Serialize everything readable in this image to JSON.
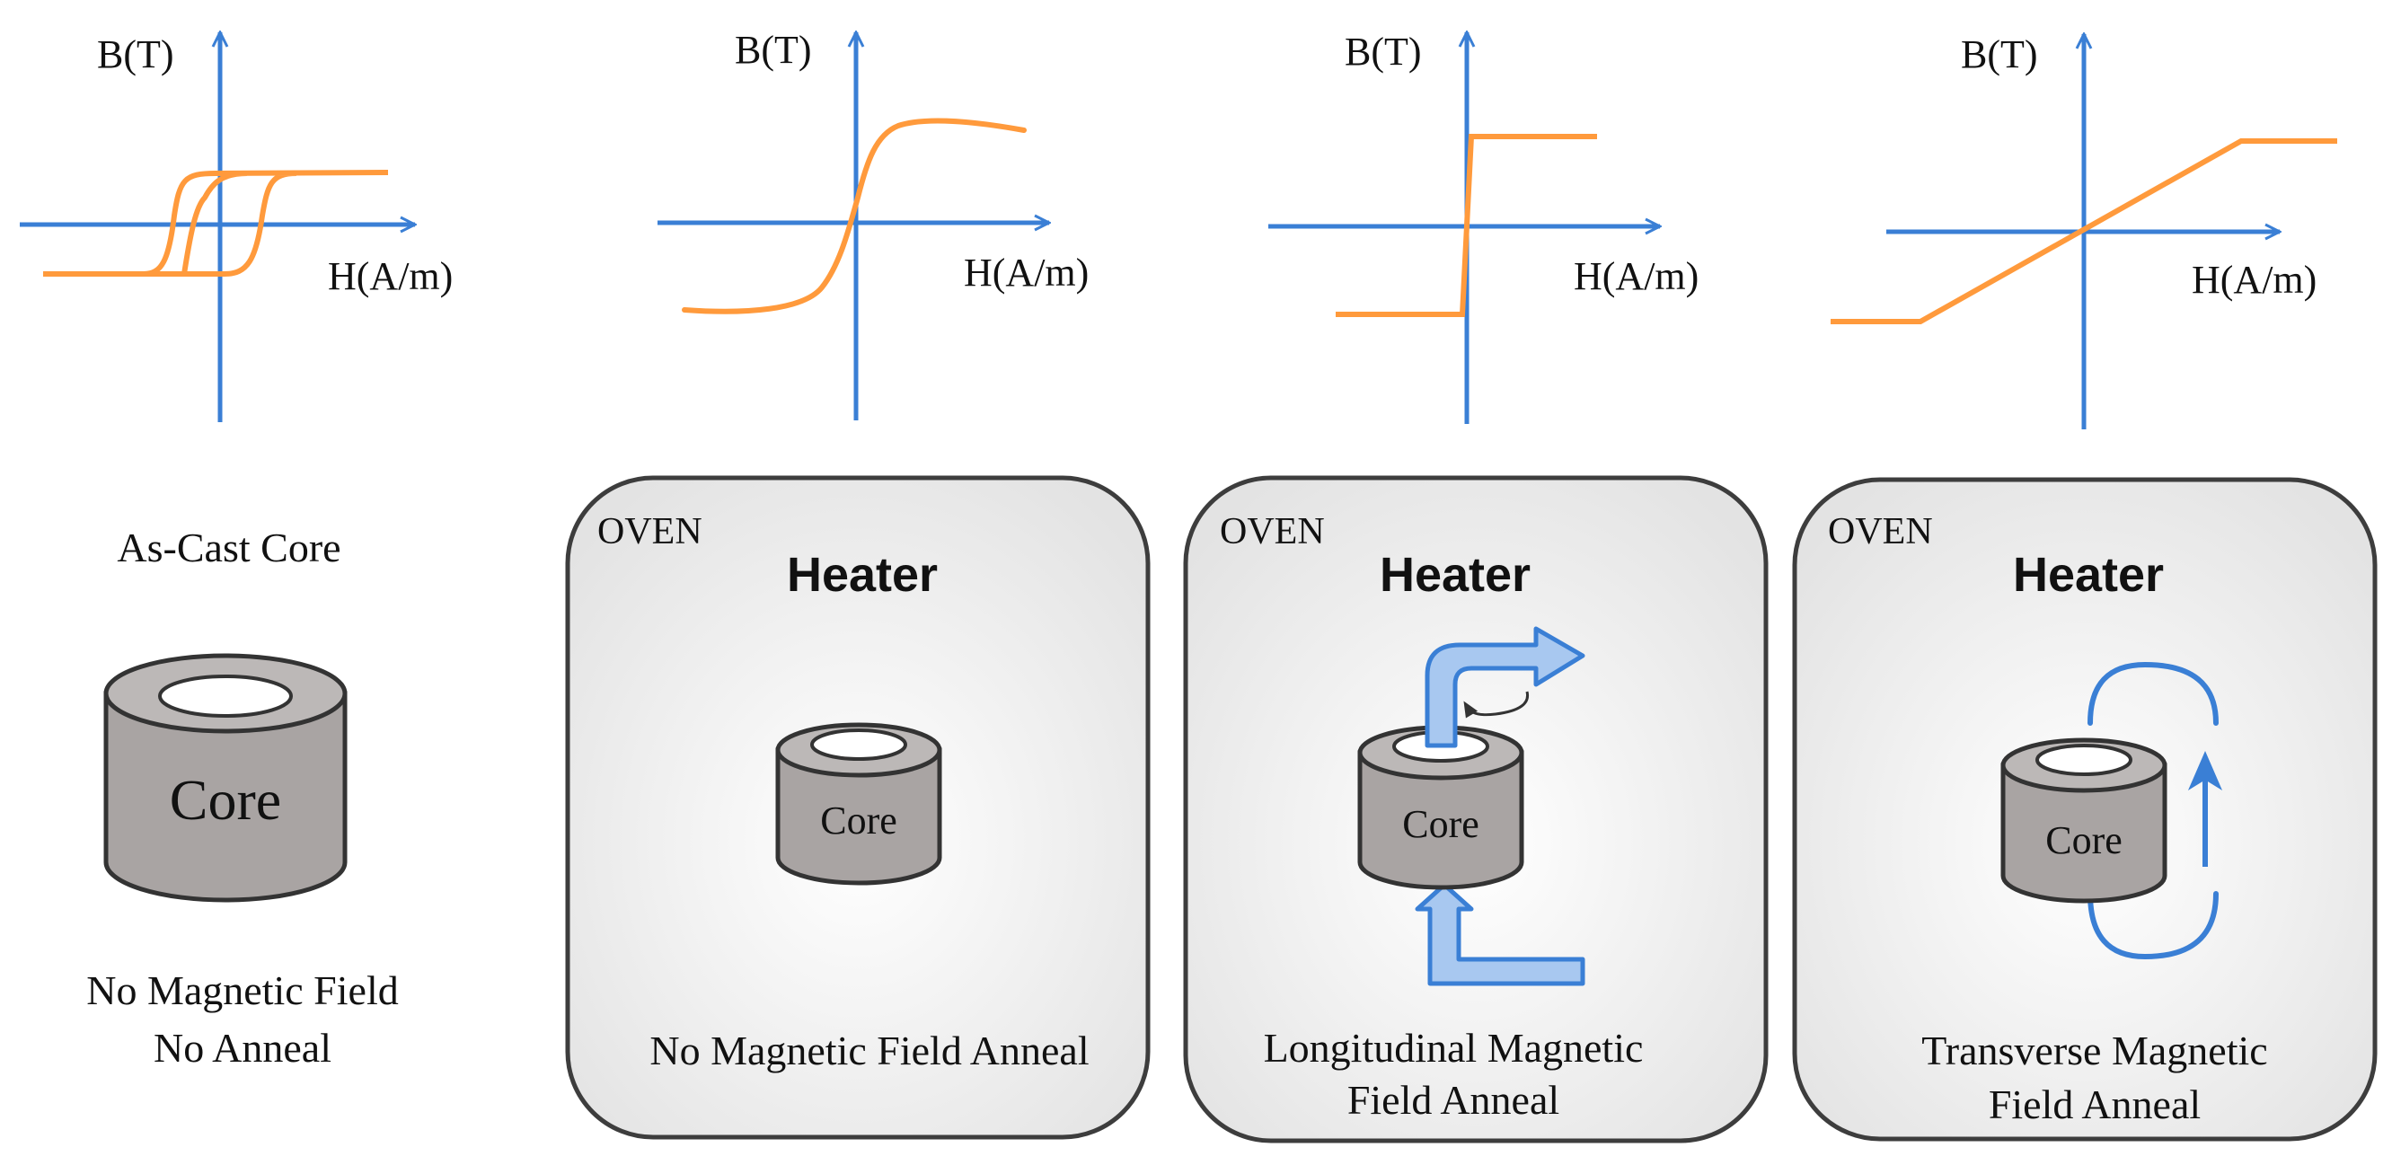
{
  "colors": {
    "axis": "#3a7fd5",
    "curve": "#ff9a3c",
    "oven_fill": "#ececec",
    "oven_border": "#3d3d3d",
    "core_side": "#a9a4a3",
    "core_top": "#bcb8b7",
    "field_arrow_fill": "#a8c8f0",
    "field_arrow_stroke": "#3a7fd5"
  },
  "panels": [
    {
      "y_label": "B(T)",
      "x_label": "H(A/m)",
      "curve": "square-hysteresis-loop",
      "title": "As-Cast Core",
      "core_label": "Core",
      "caption_lines": [
        "No Magnetic Field",
        "No Anneal"
      ]
    },
    {
      "y_label": "B(T)",
      "x_label": "H(A/m)",
      "curve": "s-shaped-curve",
      "oven_label": "OVEN",
      "heater_label": "Heater",
      "core_label": "Core",
      "caption_lines": [
        "No Magnetic Field Anneal"
      ]
    },
    {
      "y_label": "B(T)",
      "x_label": "H(A/m)",
      "curve": "vertical-step-curve",
      "oven_label": "OVEN",
      "heater_label": "Heater",
      "core_label": "Core",
      "field_icon": "longitudinal-field-arrows",
      "caption_lines": [
        "Longitudinal Magnetic",
        "Field Anneal"
      ]
    },
    {
      "y_label": "B(T)",
      "x_label": "H(A/m)",
      "curve": "linear-sheared-curve",
      "oven_label": "OVEN",
      "heater_label": "Heater",
      "core_label": "Core",
      "field_icon": "transverse-field-loop",
      "caption_lines": [
        "Transverse Magnetic",
        "Field Anneal"
      ]
    }
  ]
}
